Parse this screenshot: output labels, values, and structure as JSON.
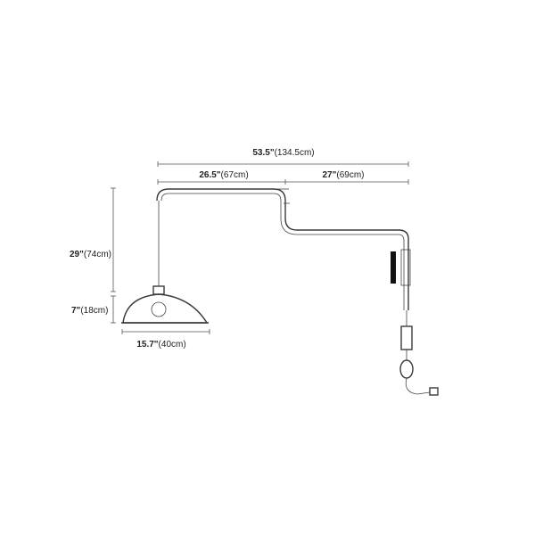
{
  "dimensions": {
    "total_width": {
      "value": "53.5\"",
      "metric": "(134.5cm)"
    },
    "left_arm": {
      "value": "26.5\"",
      "metric": "(67cm)"
    },
    "right_arm": {
      "value": "27\"",
      "metric": "(69cm)"
    },
    "drop_height": {
      "value": "29\"",
      "metric": "(74cm)"
    },
    "shade_height": {
      "value": "7\"",
      "metric": "(18cm)"
    },
    "shade_width": {
      "value": "15.7\"",
      "metric": "(40cm)"
    }
  },
  "colors": {
    "line": "#3a3a3a",
    "dimension": "#555555",
    "wall_plate": "#111111"
  }
}
